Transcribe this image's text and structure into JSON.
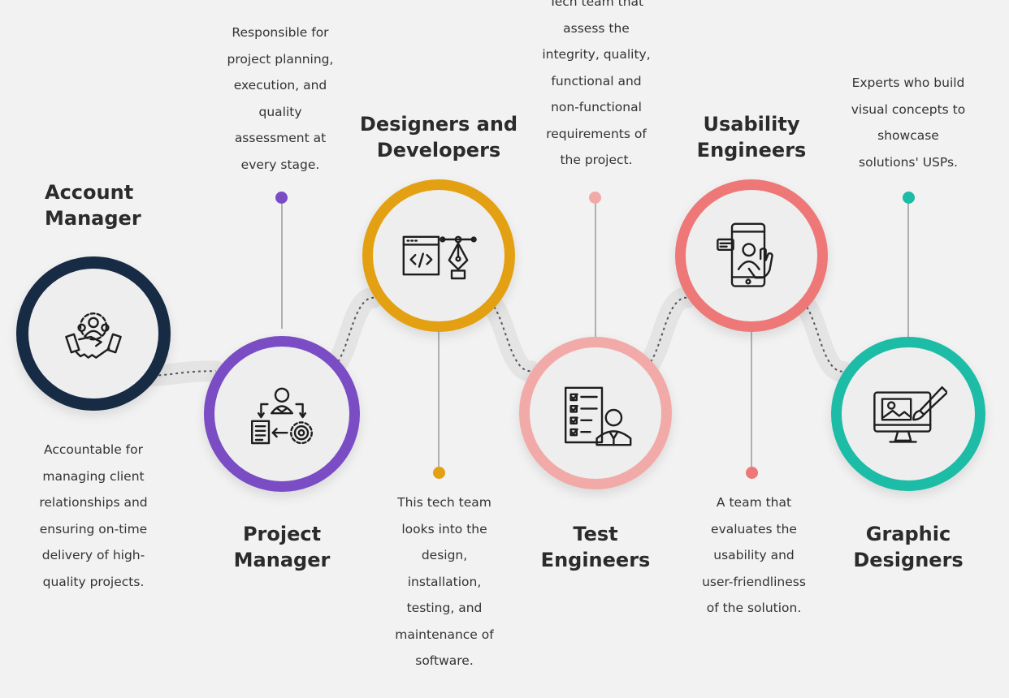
{
  "colors": {
    "account_manager": "#172b45",
    "project_manager": "#7a4dc4",
    "designers_developers": "#e3a012",
    "test_engineers": "#f2aaa8",
    "usability_engineers": "#ee7877",
    "graphic_designers": "#1cbca7",
    "icon_stroke": "#1e1e1e"
  },
  "roles": [
    {
      "id": "account-manager",
      "title_lines": [
        "Account",
        "Manager"
      ],
      "description_lines": [
        "Accountable for",
        "managing client",
        "relationships and",
        "ensuring on-time",
        "delivery of high-",
        "quality projects."
      ],
      "icon": "team-handshake-icon"
    },
    {
      "id": "project-manager",
      "title_lines": [
        "Project",
        "Manager"
      ],
      "description_lines": [
        "Responsible for",
        "project planning,",
        "execution, and",
        "quality",
        "assessment at",
        "every stage."
      ],
      "icon": "manager-workflow-icon"
    },
    {
      "id": "designers-developers",
      "title_lines": [
        "Designers and",
        "Developers"
      ],
      "description_lines": [
        "This tech team",
        "looks into the",
        "design,",
        "installation,",
        "testing, and",
        "maintenance of",
        "software."
      ],
      "icon": "code-pen-tool-icon"
    },
    {
      "id": "test-engineers",
      "title_lines": [
        "Test",
        "Engineers"
      ],
      "description_lines": [
        "Tech team that",
        "assess the",
        "integrity, quality,",
        "functional and",
        "non-functional",
        "requirements of",
        "the project."
      ],
      "icon": "checklist-engineer-icon"
    },
    {
      "id": "usability-engineers",
      "title_lines": [
        "Usability",
        "Engineers"
      ],
      "description_lines": [
        "A team that",
        "evaluates the",
        "usability and",
        "user-friendliness",
        "of the solution."
      ],
      "icon": "mobile-user-touch-icon"
    },
    {
      "id": "graphic-designers",
      "title_lines": [
        "Graphic",
        "Designers"
      ],
      "description_lines": [
        "Experts who build",
        "visual concepts to",
        "showcase",
        "solutions' USPs."
      ],
      "icon": "monitor-paintbrush-icon"
    }
  ]
}
